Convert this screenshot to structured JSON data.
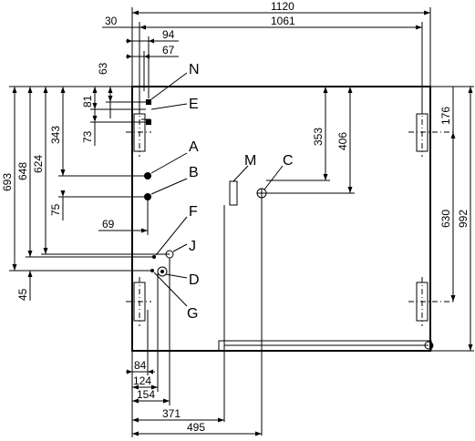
{
  "dimensions": {
    "total_width": "1120",
    "inner_width": "1061",
    "d30": "30",
    "d94": "94",
    "d67": "67",
    "d63": "63",
    "d81": "81",
    "d73": "73",
    "d343": "343",
    "d75": "75",
    "d69": "69",
    "d693": "693",
    "d648": "648",
    "d624": "624",
    "d45": "45",
    "d353": "353",
    "d406": "406",
    "d176": "176",
    "d630": "630",
    "d992": "992",
    "d84": "84",
    "d124": "124",
    "d154": "154",
    "d371": "371",
    "d495": "495"
  },
  "labels": {
    "N": "N",
    "E": "E",
    "A": "A",
    "B": "B",
    "M": "M",
    "C": "C",
    "F": "F",
    "J": "J",
    "D": "D",
    "G": "G"
  }
}
